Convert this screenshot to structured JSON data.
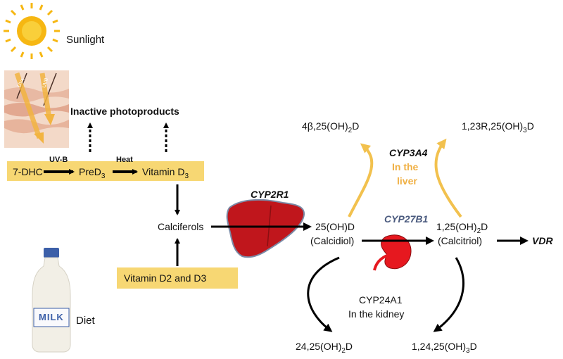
{
  "sources": {
    "sunlight": "Sunlight",
    "diet": "Diet",
    "milk": "MILK",
    "uva": "UVA",
    "uvb": "UVB"
  },
  "skin": {
    "inactive": "Inactive photoproducts",
    "dhc": "7-DHC",
    "uvb_step": "UV-B",
    "pred": "PreD",
    "pred_sub": "3",
    "heat_step": "Heat",
    "vitd": "Vitamin D",
    "vitd_sub": "3"
  },
  "intake": {
    "calciferols": "Calciferols",
    "dietary": "Vitamin D2 and D3"
  },
  "liver": {
    "enzyme": "CYP2R1"
  },
  "metabolites": {
    "calcidiol_formula": "25(OH)D",
    "calcidiol_name": "(Calcidiol)",
    "calcitriol_formula_a": "1,25(OH)",
    "calcitriol_formula_sub": "2",
    "calcitriol_formula_b": "D",
    "calcitriol_name": "(Calcitriol)",
    "vdr": "VDR"
  },
  "kidney": {
    "enzyme": "CYP27B1",
    "cyp24": "CYP24A1",
    "location": "In the kidney"
  },
  "catabolism": {
    "m1_a": "4β,25(OH)",
    "m1_sub": "2",
    "m1_b": "D",
    "m2_a": "1,23R,25(OH)",
    "m2_sub": "3",
    "m2_b": "D",
    "cyp3a4": "CYP3A4",
    "liver_line1": "In the",
    "liver_line2": "liver",
    "m3_a": "24,25(OH)",
    "m3_sub": "2",
    "m3_b": "D",
    "m4_a": "1,24,25(OH)",
    "m4_sub": "3",
    "m4_b": "D"
  },
  "colors": {
    "box": "#f7d773",
    "orange_arrow": "#f2c14e",
    "orange_text": "#f0b044",
    "organ": "#c0161c",
    "sun": "#f6b712"
  }
}
